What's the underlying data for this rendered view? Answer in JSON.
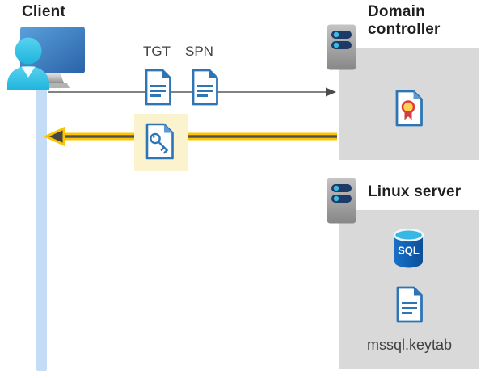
{
  "client": {
    "label": "Client"
  },
  "tickets": {
    "tgt_label": "TGT",
    "spn_label": "SPN"
  },
  "domain_controller": {
    "label": "Domain controller"
  },
  "linux_server": {
    "label": "Linux server",
    "sql_icon_text": "SQL",
    "keytab_filename": "mssql.keytab"
  },
  "colors": {
    "accent_yellow": "#fdc500",
    "highlight_background": "#fbf3cd",
    "document_blue": "#2e75b6",
    "document_fold_blue": "#5b9bd5",
    "container_gray": "#d9d9d9",
    "client_timeline_blue": "#c5dcf7",
    "person_cyan": "#2fc0e5",
    "server_bar_navy": "#1e3a66",
    "sql_body_blue": "#1565b8",
    "sql_top_cyan": "#38b7e4",
    "arrow_gray": "#595959",
    "seal_gold": "#ffd24f",
    "ribbon_red": "#d04040"
  }
}
